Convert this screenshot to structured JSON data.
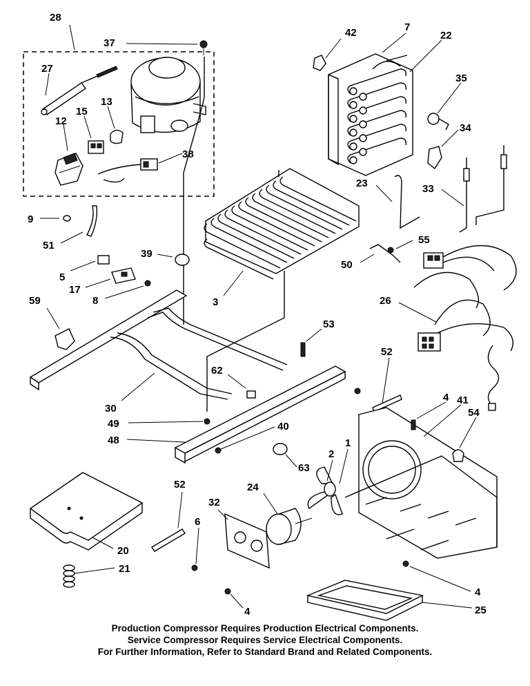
{
  "diagram": {
    "callouts": [
      {
        "id": "28",
        "label": "28"
      },
      {
        "id": "37",
        "label": "37"
      },
      {
        "id": "42",
        "label": "42"
      },
      {
        "id": "7",
        "label": "7"
      },
      {
        "id": "22",
        "label": "22"
      },
      {
        "id": "27",
        "label": "27"
      },
      {
        "id": "15",
        "label": "15"
      },
      {
        "id": "13",
        "label": "13"
      },
      {
        "id": "12",
        "label": "12"
      },
      {
        "id": "38",
        "label": "38"
      },
      {
        "id": "35",
        "label": "35"
      },
      {
        "id": "34",
        "label": "34"
      },
      {
        "id": "23",
        "label": "23"
      },
      {
        "id": "33",
        "label": "33"
      },
      {
        "id": "9",
        "label": "9"
      },
      {
        "id": "51",
        "label": "51"
      },
      {
        "id": "39",
        "label": "39"
      },
      {
        "id": "55",
        "label": "55"
      },
      {
        "id": "50",
        "label": "50"
      },
      {
        "id": "5",
        "label": "5"
      },
      {
        "id": "17",
        "label": "17"
      },
      {
        "id": "8",
        "label": "8"
      },
      {
        "id": "3",
        "label": "3"
      },
      {
        "id": "26",
        "label": "26"
      },
      {
        "id": "59",
        "label": "59"
      },
      {
        "id": "53",
        "label": "53"
      },
      {
        "id": "52a",
        "label": "52"
      },
      {
        "id": "62",
        "label": "62"
      },
      {
        "id": "30",
        "label": "30"
      },
      {
        "id": "4a",
        "label": "4"
      },
      {
        "id": "41",
        "label": "41"
      },
      {
        "id": "54",
        "label": "54"
      },
      {
        "id": "49",
        "label": "49"
      },
      {
        "id": "40",
        "label": "40"
      },
      {
        "id": "48",
        "label": "48"
      },
      {
        "id": "1",
        "label": "1"
      },
      {
        "id": "2",
        "label": "2"
      },
      {
        "id": "63",
        "label": "63"
      },
      {
        "id": "52b",
        "label": "52"
      },
      {
        "id": "32",
        "label": "32"
      },
      {
        "id": "24",
        "label": "24"
      },
      {
        "id": "6",
        "label": "6"
      },
      {
        "id": "20",
        "label": "20"
      },
      {
        "id": "21",
        "label": "21"
      },
      {
        "id": "4b",
        "label": "4"
      },
      {
        "id": "25",
        "label": "25"
      },
      {
        "id": "4c",
        "label": "4"
      }
    ]
  },
  "footer": {
    "line1": "Production Compressor Requires Production Electrical Components.",
    "line2": "Service Compressor Requires Service Electrical Components.",
    "line3": "For Further Information, Refer to Standard Brand and Related Components."
  }
}
